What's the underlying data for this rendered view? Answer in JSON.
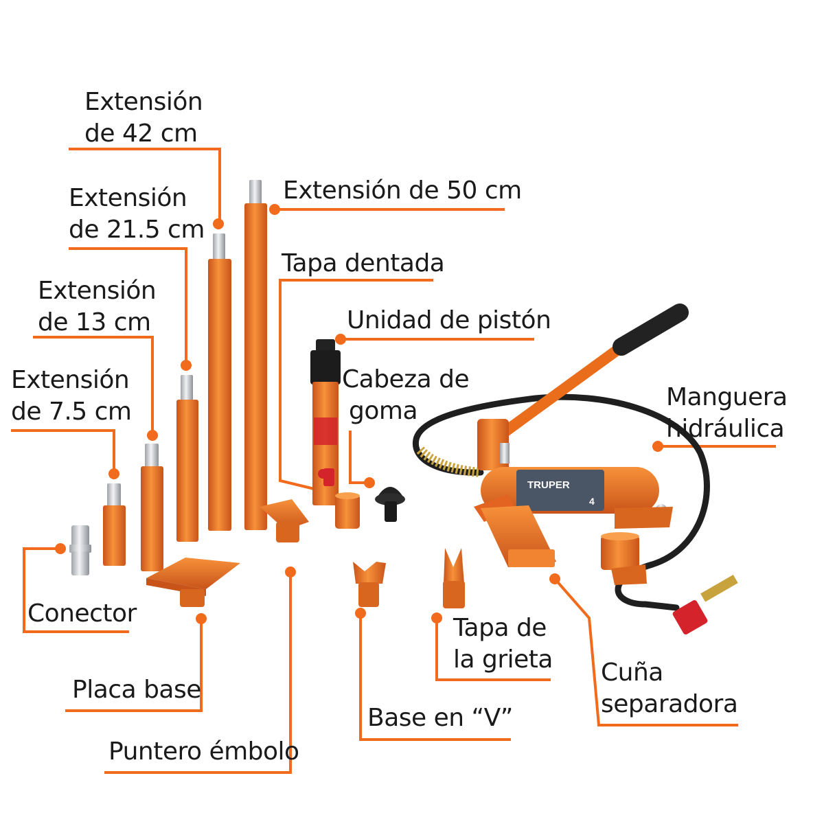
{
  "colors": {
    "accent_line": "#f26a1b",
    "tool_orange": "#f47a20",
    "tool_orange_dark": "#c9541a",
    "steel": "#d9dbdf",
    "rubber": "#2a2a2a",
    "text": "#1a1a1a"
  },
  "brand": {
    "logo_text": "TRUPER",
    "gauge_text": "4"
  },
  "labels": {
    "ext42": [
      "Extensión",
      "de 42 cm"
    ],
    "ext215": [
      "Extensión",
      "de 21.5 cm"
    ],
    "ext13": [
      "Extensión",
      "de 13 cm"
    ],
    "ext75": [
      "Extensión",
      "de 7.5 cm"
    ],
    "ext50": "Extensión de 50 cm",
    "tapa_dentada": "Tapa dentada",
    "unidad_piston": "Unidad de pistón",
    "cabeza_goma": [
      "Cabeza de",
      "goma"
    ],
    "manguera": [
      "Manguera",
      "hidráulica"
    ],
    "conector": "Conector",
    "placa_base": "Placa base",
    "puntero_embolo": "Puntero émbolo",
    "base_v": "Base en “V”",
    "tapa_grieta": [
      "Tapa de",
      "la grieta"
    ],
    "cuna": [
      "Cuña",
      "separadora"
    ]
  }
}
